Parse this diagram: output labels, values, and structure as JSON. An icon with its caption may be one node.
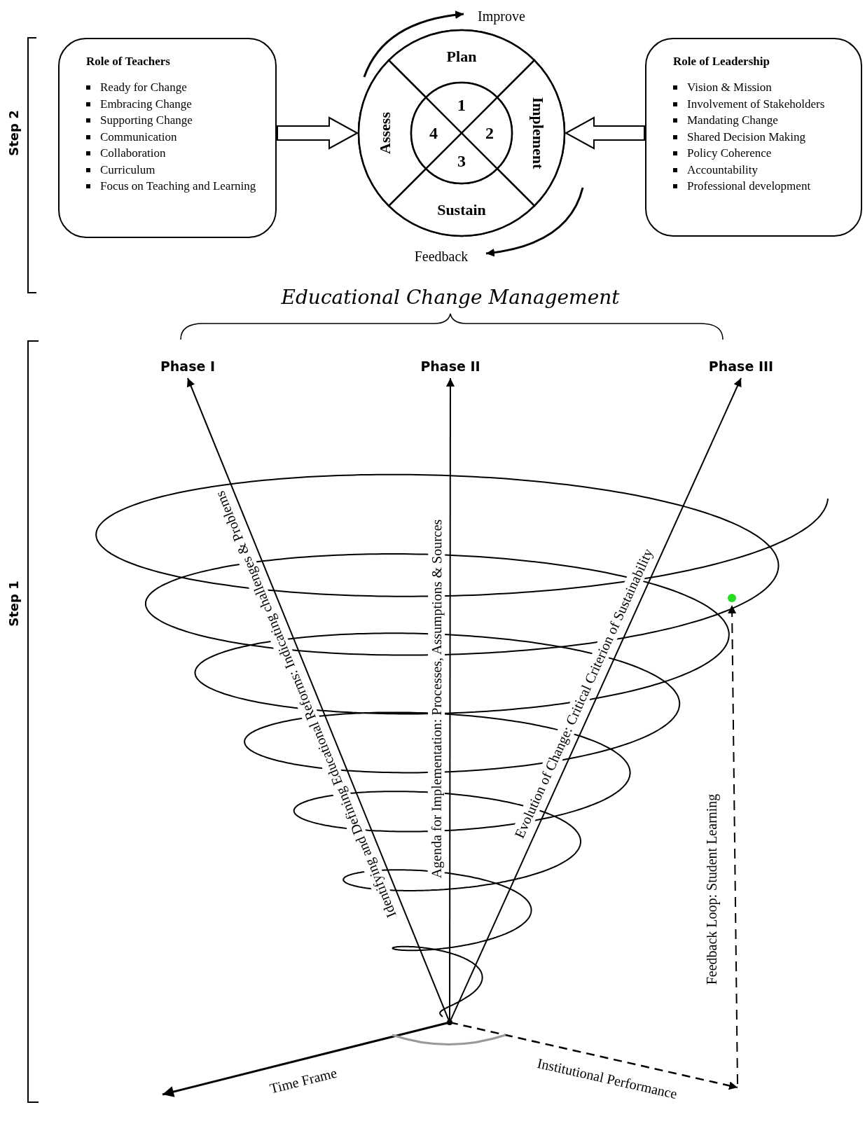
{
  "diagram": {
    "nodes": [
      {
        "text": [
          "Role of Teachers",
          "Ready for Change",
          "Embracing Change",
          "Supporting Change",
          "Communication",
          "Collaboration",
          "Curriculum",
          "Focus on Teaching and Learning"
        ]
      },
      {
        "text": [],
        "shape": "circle"
      },
      {
        "text": [
          "Plan"
        ],
        "in": 1
      },
      {
        "text": [
          "Implement"
        ],
        "in": 1
      },
      {
        "text": [
          "Sustain"
        ],
        "in": 1
      },
      {
        "text": [
          "Assess"
        ],
        "in": 1
      },
      {
        "text": [
          "1",
          "2",
          "3",
          "4"
        ],
        "in": 1
      },
      {
        "text": [
          "Role of Leadership",
          "Vision & Mission",
          "Involvement of Stakeholders",
          "Mandating Change",
          "Shared Decision Making",
          "Policy Coherence",
          "Accountability",
          "Professional development"
        ]
      },
      {
        "text": [
          "Phase I"
        ]
      },
      {
        "text": [
          "Phase II"
        ]
      },
      {
        "text": [
          "Phase III"
        ]
      },
      {
        "text": [],
        "shape": "dot"
      }
    ],
    "edges": [
      {
        "from": 0,
        "to": 1,
        "arrow": "to"
      },
      {
        "from": 7,
        "to": 1,
        "arrow": "to"
      },
      {
        "from": 11,
        "to": 8,
        "arrow": "to",
        "label": "Identifying and Defining Educational Reforms: Indicating challenges & Problems"
      },
      {
        "from": 11,
        "to": 9,
        "arrow": "to",
        "label": "Agenda for Implementation: Processes, Assumptions & Sources"
      },
      {
        "from": 11,
        "to": 10,
        "arrow": "to",
        "label": "Evolution of Change: Critical Criterion of Sustainability"
      }
    ],
    "labels": [
      "Improve",
      "Step 2",
      "Feedback",
      "Educational Change Management",
      "Step 1",
      "Feedback Loop: Student Learning",
      "Time Frame",
      "Institutional Performance"
    ]
  }
}
